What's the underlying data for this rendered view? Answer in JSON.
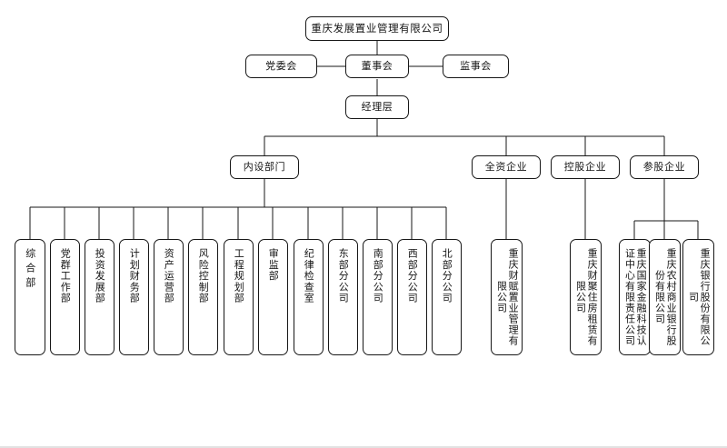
{
  "chart": {
    "title_node": {
      "id": "root",
      "label": "重庆发展置业管理有限公司"
    },
    "governance": [
      {
        "id": "party",
        "label": "党委会"
      },
      {
        "id": "board",
        "label": "董事会"
      },
      {
        "id": "supervisory",
        "label": "监事会"
      }
    ],
    "management": {
      "id": "mgmt",
      "label": "经理层"
    },
    "categories": [
      {
        "id": "internal",
        "label": "内设部门"
      },
      {
        "id": "wholly",
        "label": "全资企业"
      },
      {
        "id": "holding",
        "label": "控股企业"
      },
      {
        "id": "equity",
        "label": "参股企业"
      }
    ],
    "internal_departments": [
      {
        "id": "d1",
        "label": "综合部"
      },
      {
        "id": "d2",
        "label": "党群工作部"
      },
      {
        "id": "d3",
        "label": "投资发展部"
      },
      {
        "id": "d4",
        "label": "计划财务部"
      },
      {
        "id": "d5",
        "label": "资产运营部"
      },
      {
        "id": "d6",
        "label": "风险控制部"
      },
      {
        "id": "d7",
        "label": "工程规划部"
      },
      {
        "id": "d8",
        "label": "审监部"
      },
      {
        "id": "d9",
        "label": "纪律检查室"
      },
      {
        "id": "d10",
        "label": "东部分公司"
      },
      {
        "id": "d11",
        "label": "南部分公司"
      },
      {
        "id": "d12",
        "label": "西部分公司"
      },
      {
        "id": "d13",
        "label": "北部分公司"
      }
    ],
    "wholly_owned": [
      {
        "id": "w1",
        "label": "重庆财赋置业管理有限公司"
      }
    ],
    "holding_companies": [
      {
        "id": "h1",
        "label": "重庆财聚住房租赁有限公司"
      }
    ],
    "equity_companies": [
      {
        "id": "e1",
        "label": "重庆国家金融科技认证中心有限责任公司"
      },
      {
        "id": "e2",
        "label": "重庆农村商业银行股份有限公司"
      },
      {
        "id": "e3",
        "label": "重庆银行股份有限公司"
      }
    ],
    "colors": {
      "box_border": "#171717",
      "box_fill": "#ffffff",
      "connector": "#171717",
      "text": "#151515",
      "background": "#ffffff"
    }
  }
}
